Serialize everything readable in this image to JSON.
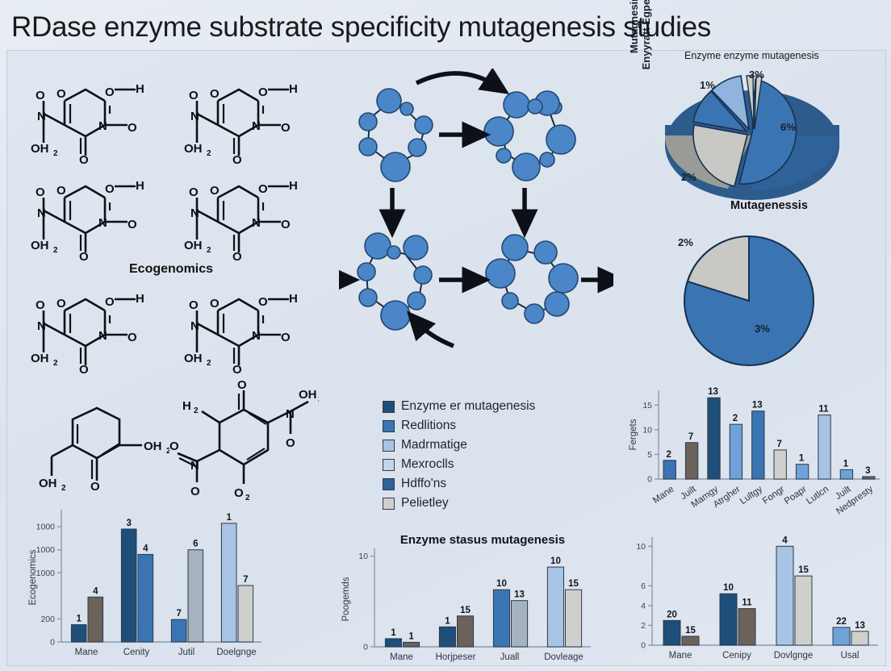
{
  "figure": {
    "title": "RDase enzyme substrate specificity mutagenesis studies",
    "background": "#dfe6f0",
    "accent_colors": {
      "dark_blue": "#1f4e79",
      "mid_blue": "#3b74b3",
      "light_blue": "#6ea2d8",
      "pale_blue": "#a7c4e4",
      "gray": "#c8c9c4",
      "taupe": "#6b6259"
    }
  },
  "molecules": {
    "section_label": "Ecogenomics",
    "atom_labels": [
      "O",
      "H",
      "N",
      "OH2",
      "H2",
      "O2",
      "NO2"
    ],
    "items": [
      {
        "name": "ring-molecule-1"
      },
      {
        "name": "ring-molecule-2"
      },
      {
        "name": "ring-molecule-3"
      },
      {
        "name": "ring-molecule-4"
      },
      {
        "name": "ring-molecule-5"
      },
      {
        "name": "ring-molecule-6"
      },
      {
        "name": "cyclohexene-molecule"
      },
      {
        "name": "quinone-molecule"
      }
    ]
  },
  "network": {
    "name": "reaction-cycle-diagram",
    "node_count": 4,
    "cluster_labels": []
  },
  "pie1": {
    "title": "Enzyme enzyme mutagenesis",
    "axis_label_line1": "Mutagnesin",
    "axis_label_line2": "Enyyratt Egpeesis",
    "chart_data": {
      "type": "pie",
      "title": "Enzyme enzyme mutagenesis",
      "labels": [
        "6%",
        "3%",
        "1%",
        "2%"
      ],
      "values": [
        52,
        4,
        17,
        27
      ],
      "display_values": [
        "6%",
        "3%",
        "1%",
        "2%"
      ],
      "colors": [
        "#3b74b3",
        "#c8c9c4",
        "#7fa9d9",
        "#c8c9c4"
      ],
      "legend_position": "none"
    }
  },
  "pie2": {
    "title": "Mutagenessis",
    "chart_data": {
      "type": "pie",
      "title": "Mutagenessis",
      "labels": [
        "3%",
        "2%"
      ],
      "values": [
        78,
        22
      ],
      "display_values": [
        "3%",
        "2%"
      ],
      "colors": [
        "#3b74b3",
        "#c8c9c4"
      ],
      "legend_position": "none"
    }
  },
  "legend": {
    "name": "series-legend",
    "items": [
      {
        "label": "Enzyme er mutagenesis",
        "color": "#1f4e79"
      },
      {
        "label": "Redlitions",
        "color": "#3b74b3"
      },
      {
        "label": "Madrmatige",
        "color": "#a7c4e4"
      },
      {
        "label": "Mexroclls",
        "color": "#c6d6ea"
      },
      {
        "label": "Hdffo'ns",
        "color": "#2f6298"
      },
      {
        "label": "Pelietley",
        "color": "#cfd0cb"
      }
    ]
  },
  "chart_bottom_left": {
    "chart_data": {
      "type": "bar",
      "title": "",
      "ylabel": "Ecogenomics",
      "xlabel": "",
      "categories": [
        "Mane",
        "Cenity",
        "Jutil",
        "Doelgnge"
      ],
      "ytick_labels": [
        "0",
        "200",
        "1000",
        "1000",
        "1000"
      ],
      "ytick_values": [
        0,
        200,
        600,
        800,
        1000
      ],
      "ylim": [
        0,
        1120
      ],
      "grid": false,
      "series": [
        {
          "name": "series-a",
          "values": [
            150,
            980,
            195,
            1030
          ],
          "labels": [
            "1",
            "3",
            "7",
            "1"
          ],
          "colors": [
            "#1f4e79",
            "#1f4e79",
            "#3b74b3",
            "#a7c4e4"
          ]
        },
        {
          "name": "series-b",
          "values": [
            390,
            760,
            800,
            490
          ],
          "labels": [
            "4",
            "4",
            "6",
            "7"
          ],
          "colors": [
            "#6b6259",
            "#3b74b3",
            "#a7b2c0",
            "#cfd0cb"
          ]
        }
      ]
    }
  },
  "chart_bottom_middle": {
    "chart_data": {
      "type": "bar",
      "title": "Enzyme stasus mutagenesis",
      "ylabel": "Poogemds",
      "xlabel": "",
      "categories": [
        "Mane",
        "Horjpeser",
        "Juall",
        "Dovleage"
      ],
      "ytick_labels": [
        "0",
        "10"
      ],
      "ytick_values": [
        0,
        10
      ],
      "ylim": [
        0,
        10.5
      ],
      "grid": false,
      "series": [
        {
          "name": "series-a",
          "values": [
            0.9,
            2.2,
            6.3,
            8.8
          ],
          "labels": [
            "1",
            "1",
            "10",
            "10"
          ],
          "colors": [
            "#1f4e79",
            "#1f4e79",
            "#3b74b3",
            "#a7c4e4"
          ]
        },
        {
          "name": "series-b",
          "values": [
            0.5,
            3.4,
            5.1,
            6.3
          ],
          "labels": [
            "1",
            "15",
            "13",
            "15"
          ],
          "colors": [
            "#6b6259",
            "#6b6259",
            "#a7b2c0",
            "#cfd0cb"
          ]
        }
      ]
    }
  },
  "chart_bottom_right": {
    "chart_data": {
      "type": "bar",
      "title": "",
      "ylabel": "",
      "xlabel": "",
      "categories": [
        "Mane",
        "Cenipy",
        "Dovlgnge",
        "Usal"
      ],
      "ytick_labels": [
        "0",
        "2",
        "4",
        "6",
        "10"
      ],
      "ytick_values": [
        0,
        2,
        4,
        6,
        10
      ],
      "ylim": [
        0,
        10.6
      ],
      "grid": false,
      "series": [
        {
          "name": "series-a",
          "values": [
            2.5,
            5.2,
            10.0,
            1.8
          ],
          "labels": [
            "20",
            "10",
            "4",
            "22"
          ],
          "colors": [
            "#1f4e79",
            "#1f4e79",
            "#a7c4e4",
            "#6ea2d8"
          ]
        },
        {
          "name": "series-b",
          "values": [
            0.9,
            3.7,
            7.0,
            1.4
          ],
          "labels": [
            "15",
            "11",
            "15",
            "13"
          ],
          "colors": [
            "#6b6259",
            "#6b6259",
            "#cfd0cb",
            "#cfd0cb"
          ]
        }
      ]
    }
  },
  "chart_middle_right": {
    "chart_data": {
      "type": "bar",
      "title": "",
      "ylabel": "Fergets",
      "xlabel": "",
      "categories": [
        "Mane",
        "Juilt",
        "Mamgy",
        "Atrgher",
        "Lultgy",
        "Fongr",
        "Poapr",
        "Lutlcn",
        "Juilt",
        "Nedpresty"
      ],
      "ytick_labels": [
        "0",
        "5",
        "10",
        "15"
      ],
      "ytick_values": [
        0,
        5,
        10,
        15
      ],
      "ylim": [
        0,
        18
      ],
      "grid": false,
      "values": [
        3.8,
        7.4,
        16.5,
        11.1,
        13.8,
        5.9,
        3.0,
        13.0,
        1.9,
        0.5
      ],
      "bar_labels": [
        "2",
        "7",
        "13",
        "2",
        "13",
        "7",
        "1",
        "11",
        "1",
        "3"
      ],
      "colors": [
        "#3b74b3",
        "#6b6259",
        "#1f4e79",
        "#6ea2d8",
        "#3b74b3",
        "#cfd0cb",
        "#6ea2d8",
        "#a7c4e4",
        "#6ea2d8",
        "#6b6259"
      ]
    }
  }
}
